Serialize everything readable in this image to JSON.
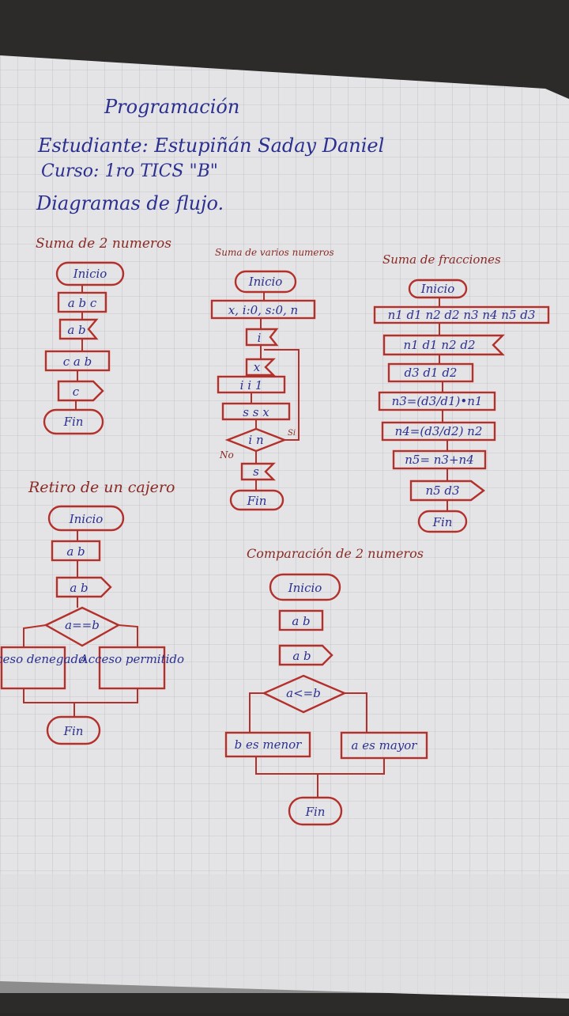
{
  "header": {
    "title": "Programación",
    "student": "Estudiante: Estupiñán Saday Daniel",
    "course": "Curso: 1ro TICS \"B\"",
    "subtitle": "Diagramas de flujo."
  },
  "diagrams": {
    "suma_dos": {
      "title": "Suma de 2 numeros",
      "nodes": [
        "Inicio",
        "a b c",
        "a b",
        "c a b",
        "c",
        "Fin"
      ]
    },
    "suma_varios": {
      "title": "Suma de varios numeros",
      "nodes": [
        "Inicio",
        "x, i:0, s:0, n",
        "i",
        "x",
        "i i 1",
        "s s x",
        "i n",
        "s",
        "Fin"
      ],
      "labels": {
        "no": "No",
        "si": "Si"
      }
    },
    "suma_fracciones": {
      "title": "Suma de fracciones",
      "nodes": [
        "Inicio",
        "n1 d1 n2 d2 n3 n4 n5 d3",
        "n1 d1 n2 d2",
        "d3 d1 d2",
        "n3=(d3/d1)•n1",
        "n4=(d3/d2) n2",
        "n5= n3+n4",
        "n5 d3",
        "Fin"
      ]
    },
    "retiro": {
      "title": "Retiro de un cajero",
      "nodes": [
        "Inicio",
        "a b",
        "a b",
        "a==b",
        "Acceso denegado",
        "Acceso permitido",
        "Fin"
      ]
    },
    "comparacion": {
      "title": "Comparación de 2 numeros",
      "nodes": [
        "Inicio",
        "a b",
        "a b",
        "a<=b",
        "b es menor",
        "a es mayor",
        "Fin"
      ]
    }
  }
}
